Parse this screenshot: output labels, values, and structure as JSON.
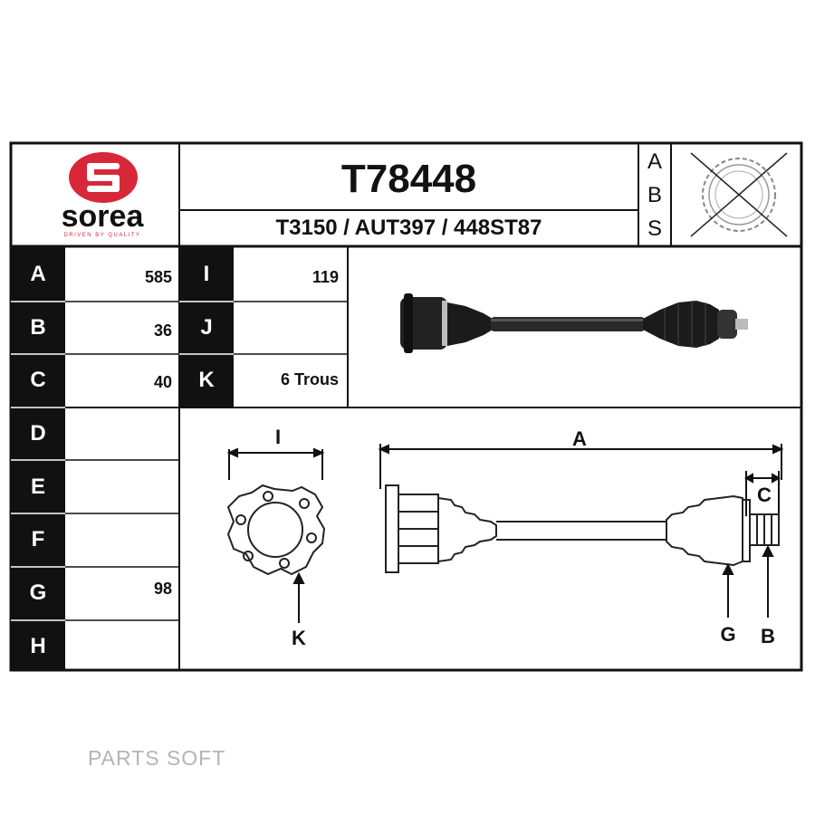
{
  "header": {
    "brand_name": "sorea",
    "brand_tagline": "DRIVEN BY QUALITY",
    "part_number": "T78448",
    "cross_references": "T3150 / AUT397 / 448ST87",
    "abs_letters": [
      "A",
      "B",
      "S"
    ]
  },
  "specs_left": [
    {
      "key": "A",
      "value": "585"
    },
    {
      "key": "B",
      "value": "36"
    },
    {
      "key": "C",
      "value": "40"
    },
    {
      "key": "D",
      "value": ""
    },
    {
      "key": "E",
      "value": ""
    },
    {
      "key": "F",
      "value": ""
    },
    {
      "key": "G",
      "value": "98"
    },
    {
      "key": "H",
      "value": ""
    }
  ],
  "specs_mid": [
    {
      "key": "I",
      "value": "119"
    },
    {
      "key": "J",
      "value": ""
    },
    {
      "key": "K",
      "value": "6 Trous"
    }
  ],
  "diagram_labels": {
    "I": "I",
    "A": "A",
    "C": "C",
    "K": "K",
    "G": "G",
    "B": "B"
  },
  "watermark": "PARTS SOFT",
  "colors": {
    "brand_red": "#d7283a",
    "border": "#111111",
    "label_fill": "#111111",
    "watermark": "#b4b4b4"
  },
  "icons": {
    "logo": "sorea-s-oval-logo",
    "abs_ring": "abs-ring-crossed-icon",
    "product_photo": "drive-shaft-photo",
    "flange": "flange-6-holes-drawing",
    "shaft_drawing": "drive-shaft-technical-drawing"
  }
}
